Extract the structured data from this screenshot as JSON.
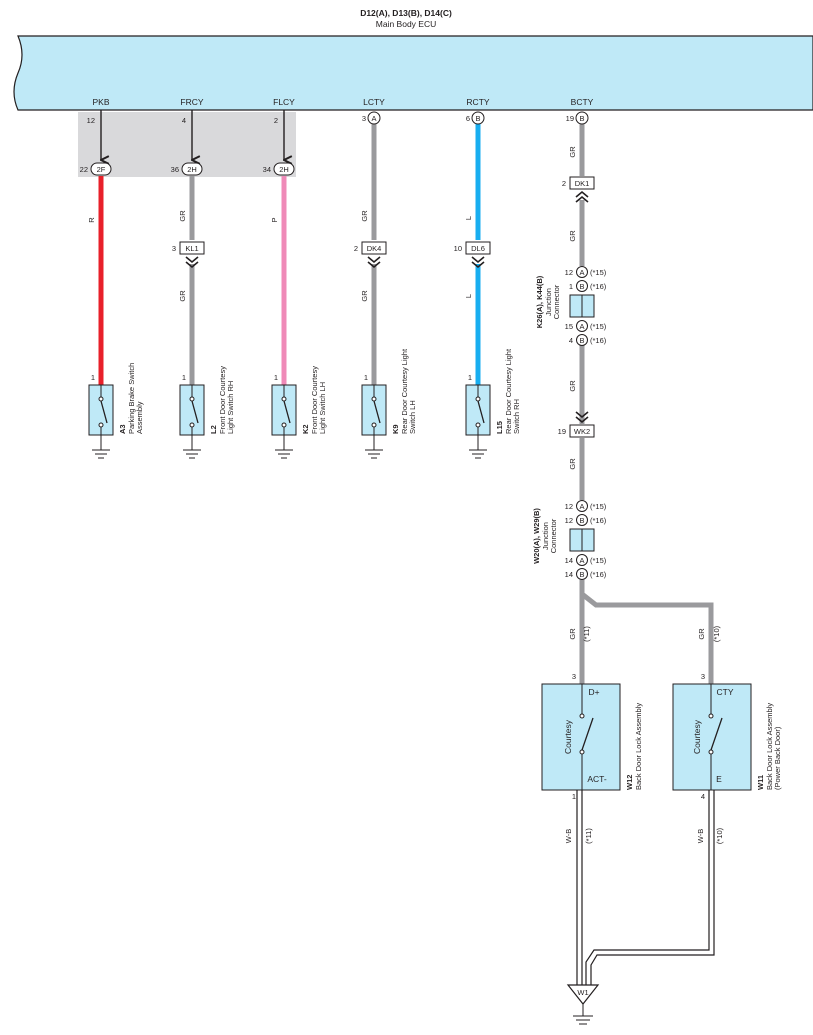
{
  "ecu": {
    "connectors": "D12(A), D13(B), D14(C)",
    "name": "Main Body ECU",
    "terminals": {
      "pkb": {
        "name": "PKB",
        "pin": "12"
      },
      "frcy": {
        "name": "FRCY",
        "pin": "4"
      },
      "flcy": {
        "name": "FLCY",
        "pin": "2"
      },
      "lcty": {
        "name": "LCTY",
        "pin": "3",
        "conn": "A"
      },
      "rcty": {
        "name": "RCTY",
        "pin": "6",
        "conn": "B"
      },
      "bcty": {
        "name": "BCTY",
        "pin": "19",
        "conn": "B"
      }
    }
  },
  "junction_pins": {
    "pkb": {
      "pin": "22",
      "label": "2F"
    },
    "frcy": {
      "pin": "36",
      "label": "2H"
    },
    "flcy": {
      "pin": "34",
      "label": "2H"
    }
  },
  "wires": {
    "pkb": "R",
    "frcy_1": "GR",
    "frcy_2": "GR",
    "flcy": "P",
    "lcty_1": "GR",
    "lcty_2": "GR",
    "rcty_1": "L",
    "rcty_2": "L",
    "bcty_1": "GR",
    "bcty_2": "GR",
    "bcty_3": "GR",
    "bcty_4": "GR",
    "bcty_w12": "GR",
    "bcty_w11": "GR",
    "ground_w12": "W-B",
    "ground_w11": "W-B"
  },
  "inline_connectors": {
    "kl1": {
      "pin": "3",
      "label": "KL1"
    },
    "dk4": {
      "pin": "2",
      "label": "DK4"
    },
    "dl6": {
      "pin": "10",
      "label": "DL6"
    },
    "dk1": {
      "pin": "2",
      "label": "DK1"
    },
    "wk2": {
      "pin": "19",
      "label": "WK2"
    }
  },
  "switches": {
    "a3": {
      "pin": "1",
      "code": "A3",
      "name_1": "Parking Brake Switch",
      "name_2": "Assembly"
    },
    "l2": {
      "pin": "1",
      "code": "L2",
      "name_1": "Front Door Courtesy",
      "name_2": "Light Switch RH"
    },
    "k2": {
      "pin": "1",
      "code": "K2",
      "name_1": "Front Door Courtesy",
      "name_2": "Light Switch LH"
    },
    "k9": {
      "pin": "1",
      "code": "K9",
      "name_1": "Rear Door Courtesy Light",
      "name_2": "Switch LH"
    },
    "l15": {
      "pin": "1",
      "code": "L15",
      "name_1": "Rear Door Courtesy Light",
      "name_2": "Switch RH"
    }
  },
  "jc_k": {
    "code": "K26(A), K44(B)",
    "name_1": "Junction",
    "name_2": "Connector",
    "pins": [
      {
        "pin": "12",
        "conn": "A",
        "note": "(*15)"
      },
      {
        "pin": "1",
        "conn": "B",
        "note": "(*16)"
      },
      {
        "pin": "15",
        "conn": "A",
        "note": "(*15)"
      },
      {
        "pin": "4",
        "conn": "B",
        "note": "(*16)"
      }
    ]
  },
  "jc_w": {
    "code": "W20(A), W29(B)",
    "name_1": "Junction",
    "name_2": "Connector",
    "pins": [
      {
        "pin": "12",
        "conn": "A",
        "note": "(*15)"
      },
      {
        "pin": "12",
        "conn": "B",
        "note": "(*16)"
      },
      {
        "pin": "14",
        "conn": "A",
        "note": "(*15)"
      },
      {
        "pin": "14",
        "conn": "B",
        "note": "(*16)"
      }
    ]
  },
  "notes": {
    "w12_top": "(*11)",
    "w11_top": "(*10)",
    "w12_bottom": "(*11)",
    "w11_bottom": "(*10)"
  },
  "w12": {
    "code": "W12",
    "name": "Back Door Lock Assembly",
    "pin_top": "3",
    "pin_bottom": "1",
    "term_top": "D+",
    "term_bottom": "ACT-",
    "inner": "Courtesy"
  },
  "w11": {
    "code": "W11",
    "name_1": "Back Door Lock Assembly",
    "name_2": "(Power Back Door)",
    "pin_top": "3",
    "pin_bottom": "4",
    "term_top": "CTY",
    "term_bottom": "E",
    "inner": "Courtesy"
  },
  "ground_point": "W1",
  "colors": {
    "ecu_fill": "#bfe9f7",
    "grey_zone": "#d9d9db",
    "red": "#e8202a",
    "grey": "#9a9a9d",
    "pink": "#ef8ab8",
    "blue": "#18aef0",
    "black": "#231f20"
  }
}
